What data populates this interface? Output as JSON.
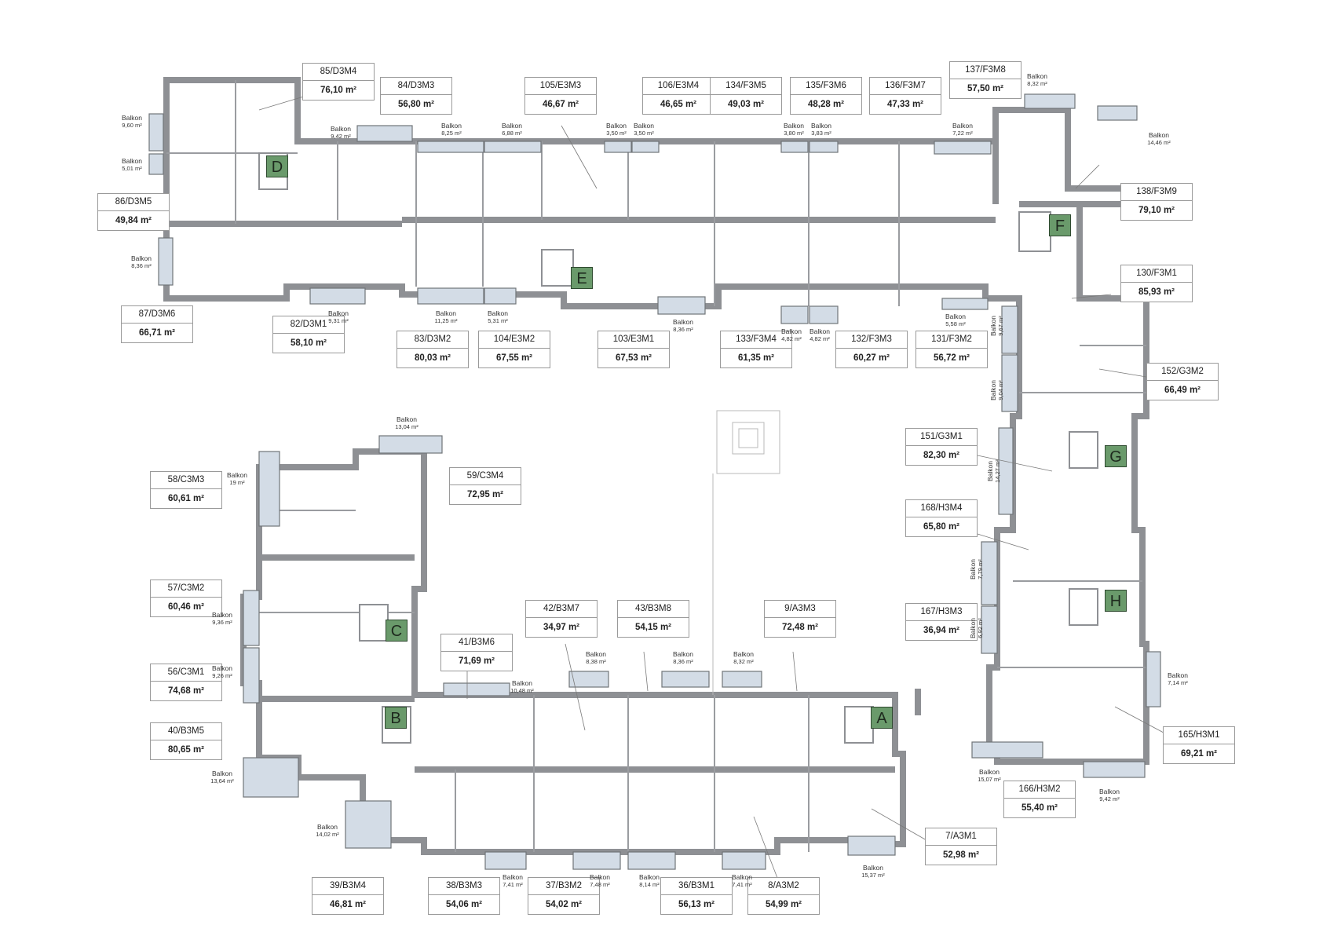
{
  "plan": {
    "balcony_word": "Balkon",
    "area_unit": "m²",
    "staircases": [
      "A",
      "B",
      "C",
      "D",
      "E",
      "F",
      "G",
      "H"
    ],
    "apartments": [
      {
        "id": "85/D3M4",
        "area": "76,10 m²"
      },
      {
        "id": "84/D3M3",
        "area": "56,80 m²"
      },
      {
        "id": "105/E3M3",
        "area": "46,67 m²"
      },
      {
        "id": "106/E3M4",
        "area": "46,65 m²"
      },
      {
        "id": "134/F3M5",
        "area": "49,03 m²"
      },
      {
        "id": "135/F3M6",
        "area": "48,28 m²"
      },
      {
        "id": "136/F3M7",
        "area": "47,33 m²"
      },
      {
        "id": "137/F3M8",
        "area": "57,50 m²"
      },
      {
        "id": "86/D3M5",
        "area": "49,84 m²"
      },
      {
        "id": "87/D3M6",
        "area": "66,71 m²"
      },
      {
        "id": "82/D3M1",
        "area": "58,10 m²"
      },
      {
        "id": "83/D3M2",
        "area": "80,03 m²"
      },
      {
        "id": "104/E3M2",
        "area": "67,55 m²"
      },
      {
        "id": "103/E3M1",
        "area": "67,53 m²"
      },
      {
        "id": "133/F3M4",
        "area": "61,35 m²"
      },
      {
        "id": "132/F3M3",
        "area": "60,27 m²"
      },
      {
        "id": "131/F3M2",
        "area": "56,72 m²"
      },
      {
        "id": "138/F3M9",
        "area": "79,10 m²"
      },
      {
        "id": "130/F3M1",
        "area": "85,93 m²"
      },
      {
        "id": "152/G3M2",
        "area": "66,49 m²"
      },
      {
        "id": "151/G3M1",
        "area": "82,30 m²"
      },
      {
        "id": "168/H3M4",
        "area": "65,80 m²"
      },
      {
        "id": "167/H3M3",
        "area": "36,94 m²"
      },
      {
        "id": "165/H3M1",
        "area": "69,21 m²"
      },
      {
        "id": "166/H3M2",
        "area": "55,40 m²"
      },
      {
        "id": "58/C3M3",
        "area": "60,61 m²"
      },
      {
        "id": "59/C3M4",
        "area": "72,95 m²"
      },
      {
        "id": "57/C3M2",
        "area": "60,46 m²"
      },
      {
        "id": "56/C3M1",
        "area": "74,68 m²"
      },
      {
        "id": "40/B3M5",
        "area": "80,65 m²"
      },
      {
        "id": "42/B3M7",
        "area": "34,97 m²"
      },
      {
        "id": "43/B3M8",
        "area": "54,15 m²"
      },
      {
        "id": "9/A3M3",
        "area": "72,48 m²"
      },
      {
        "id": "41/B3M6",
        "area": "71,69 m²"
      },
      {
        "id": "7/A3M1",
        "area": "52,98 m²"
      },
      {
        "id": "39/B3M4",
        "area": "46,81 m²"
      },
      {
        "id": "38/B3M3",
        "area": "54,06 m²"
      },
      {
        "id": "37/B3M2",
        "area": "54,02 m²"
      },
      {
        "id": "36/B3M1",
        "area": "56,13 m²"
      },
      {
        "id": "8/A3M2",
        "area": "54,99 m²"
      }
    ],
    "balconies": [
      "9,60 m²",
      "5,01 m²",
      "8,36 m²",
      "9,42 m²",
      "8,25 m²",
      "6,88 m²",
      "3,50 m²",
      "3,50 m²",
      "3,80 m²",
      "3,83 m²",
      "7,22 m²",
      "8,32 m²",
      "14,46 m²",
      "9,31 m²",
      "11,25 m²",
      "5,31 m²",
      "8,36 m²",
      "4,82 m²",
      "4,82 m²",
      "5,58 m²",
      "9,67 m²",
      "9,04 m²",
      "14,27 m²",
      "7,79 m²",
      "6,92 m²",
      "7,14 m²",
      "15,07 m²",
      "9,42 m²",
      "13,04 m²",
      "19 m²",
      "9,36 m²",
      "9,26 m²",
      "13,64 m²",
      "10,48 m²",
      "8,38 m²",
      "8,36 m²",
      "8,32 m²",
      "14,02 m²",
      "7,41 m²",
      "7,48 m²",
      "8,14 m²",
      "7,41 m²",
      "15,37 m²"
    ]
  }
}
